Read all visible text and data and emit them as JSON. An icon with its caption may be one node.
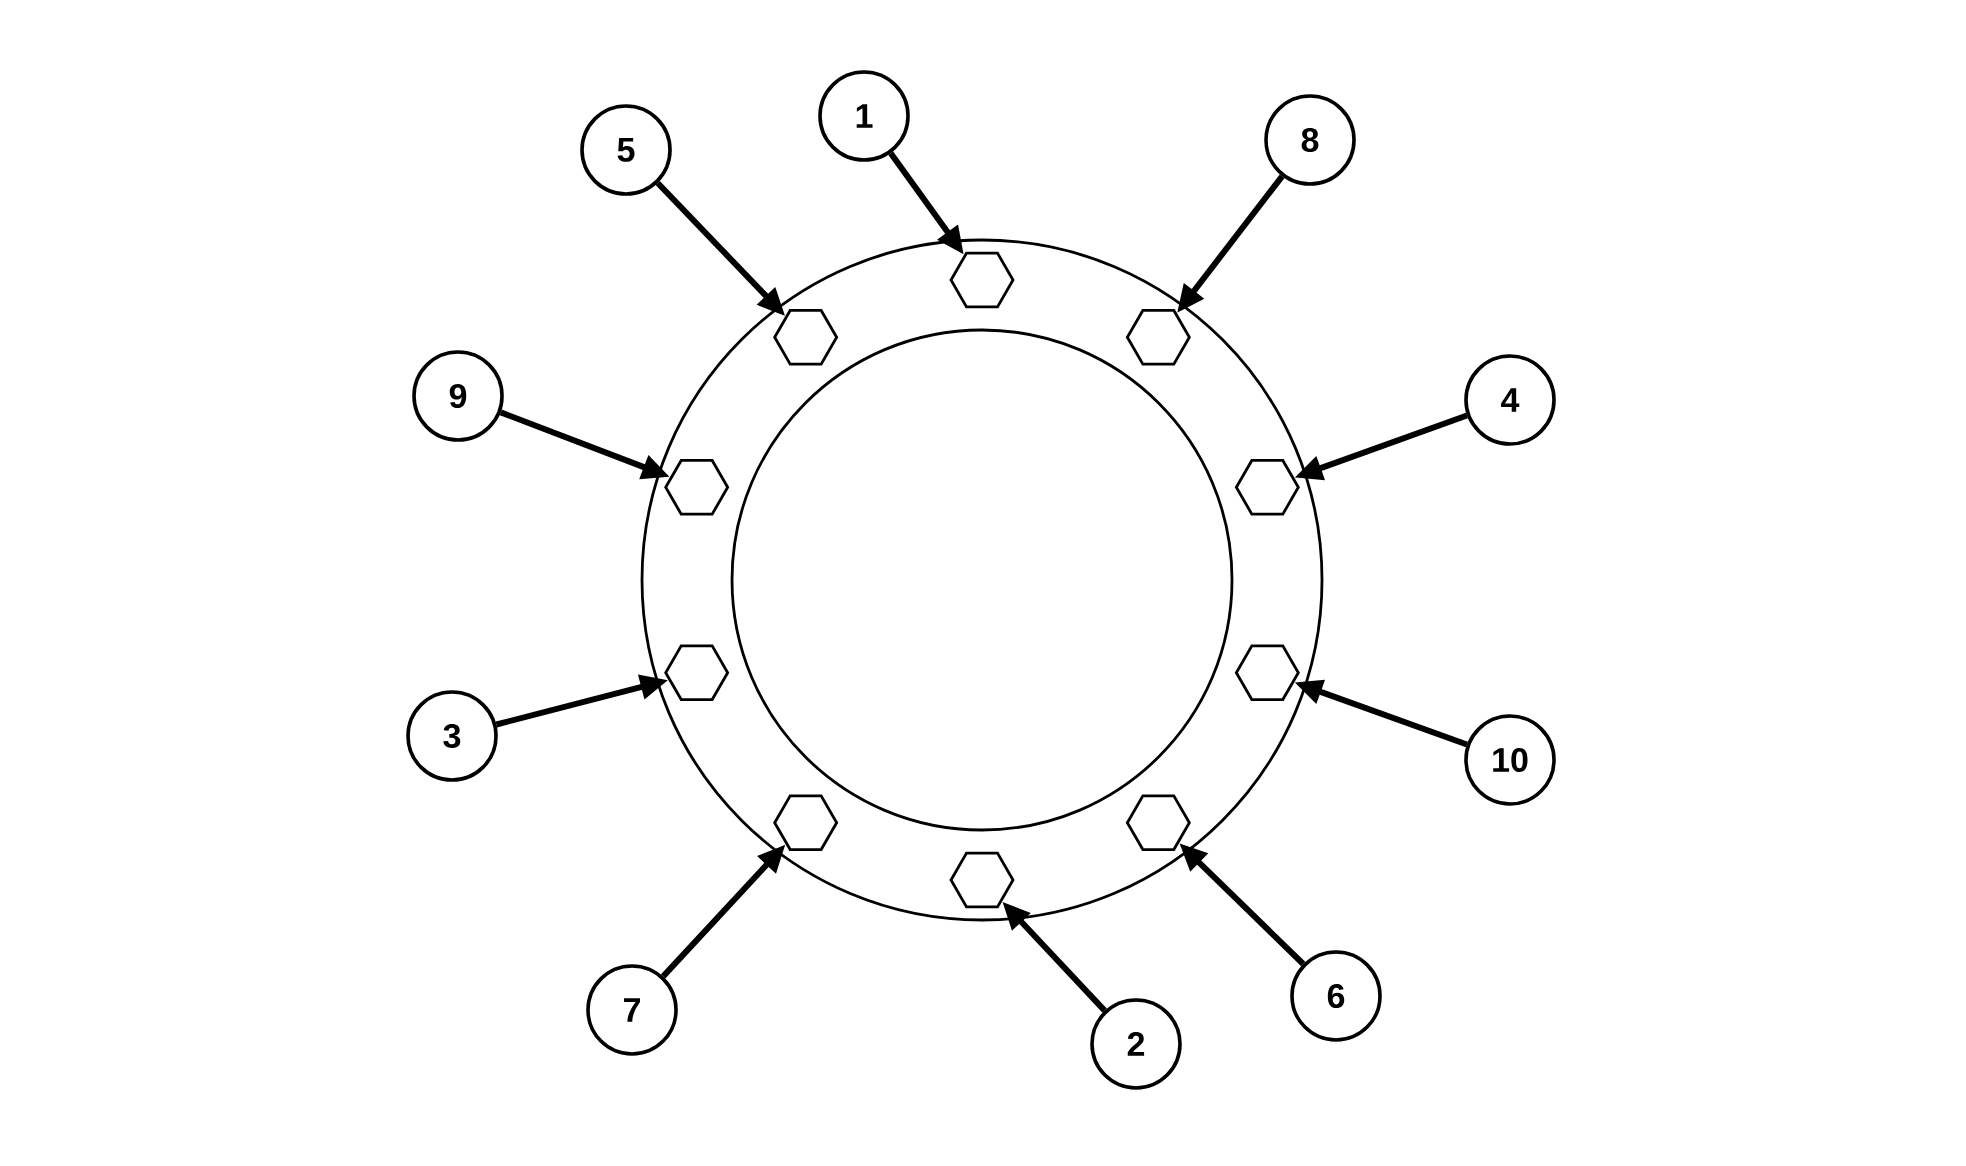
{
  "diagram": {
    "nodes": [
      {
        "text": [
          "1"
        ]
      },
      {
        "text": [
          "2"
        ]
      },
      {
        "text": [
          "3"
        ]
      },
      {
        "text": [
          "4"
        ]
      },
      {
        "text": [
          "5"
        ]
      },
      {
        "text": [
          "6"
        ]
      },
      {
        "text": [
          "7"
        ]
      },
      {
        "text": [
          "8"
        ]
      },
      {
        "text": [
          "9"
        ]
      },
      {
        "text": [
          "10"
        ]
      },
      {
        "text": [],
        "shape": "hexagon"
      },
      {
        "text": [],
        "shape": "hexagon"
      },
      {
        "text": [],
        "shape": "hexagon"
      },
      {
        "text": [],
        "shape": "hexagon"
      },
      {
        "text": [],
        "shape": "hexagon"
      },
      {
        "text": [],
        "shape": "hexagon"
      },
      {
        "text": [],
        "shape": "hexagon"
      },
      {
        "text": [],
        "shape": "hexagon"
      },
      {
        "text": [],
        "shape": "hexagon"
      },
      {
        "text": [],
        "shape": "hexagon"
      }
    ],
    "edges": [
      {
        "from": 0,
        "to": 10,
        "arrow": "to"
      },
      {
        "from": 1,
        "to": 19,
        "arrow": "to"
      },
      {
        "from": 2,
        "to": 15,
        "arrow": "to"
      },
      {
        "from": 3,
        "to": 14,
        "arrow": "to"
      },
      {
        "from": 4,
        "to": 11,
        "arrow": "to"
      },
      {
        "from": 5,
        "to": 18,
        "arrow": "to"
      },
      {
        "from": 6,
        "to": 17,
        "arrow": "to"
      },
      {
        "from": 7,
        "to": 12,
        "arrow": "to"
      },
      {
        "from": 8,
        "to": 13,
        "arrow": "to"
      },
      {
        "from": 9,
        "to": 16,
        "arrow": "to"
      }
    ]
  }
}
